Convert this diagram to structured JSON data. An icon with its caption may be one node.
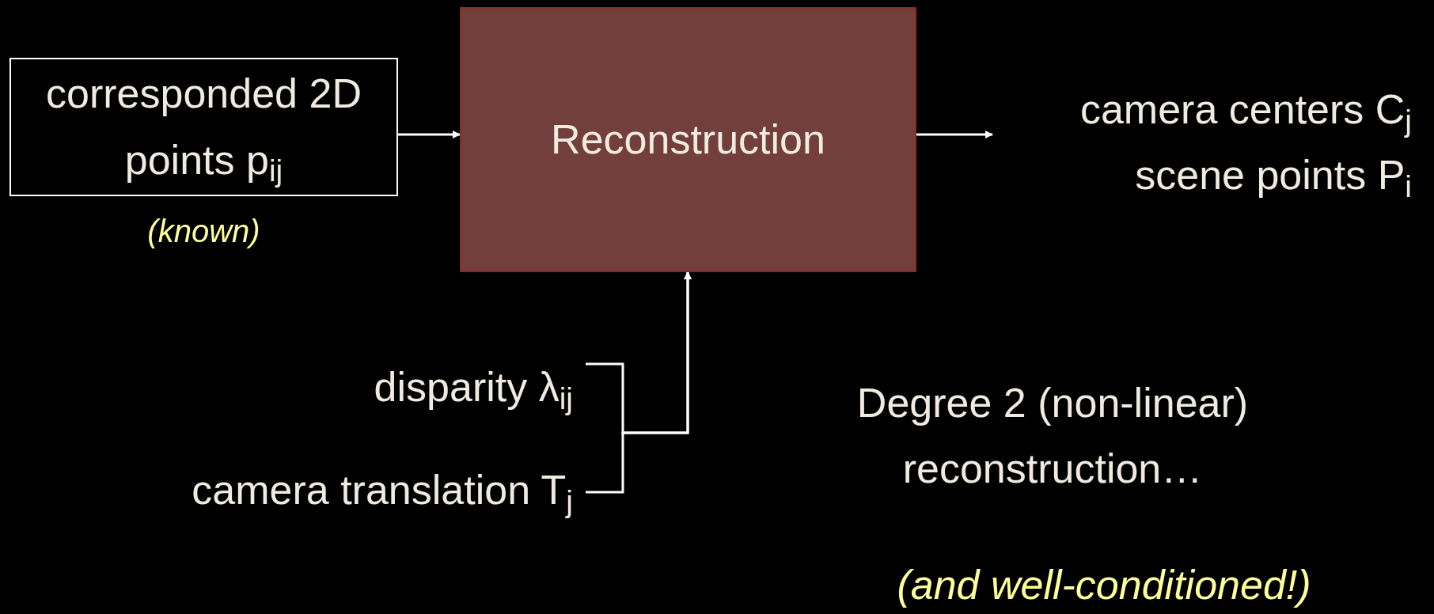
{
  "diagram": {
    "nodes": [
      {
        "text": [
          "corresponded 2D points p$_{ij}$"
        ],
        "beside": [
          "(known)"
        ]
      },
      {
        "text": [
          "Reconstruction"
        ]
      },
      {
        "text": [
          "camera centers C$_{j}$",
          "scene points P$_{i}$"
        ]
      },
      {
        "text": [
          "disparity λ$_{ij}$"
        ]
      },
      {
        "text": [
          "camera translation T$_{j}$"
        ]
      }
    ],
    "edges": [
      {
        "from": 0,
        "to": 1,
        "arrow": "to"
      },
      {
        "from": 1,
        "to": 2,
        "arrow": "to"
      },
      {
        "from": 3,
        "to": 1,
        "arrow": "to"
      },
      {
        "from": 4,
        "to": 1,
        "arrow": "to"
      }
    ],
    "labels": [
      "Degree 2 (non-linear) reconstruction…",
      "(and well-conditioned!)"
    ]
  }
}
